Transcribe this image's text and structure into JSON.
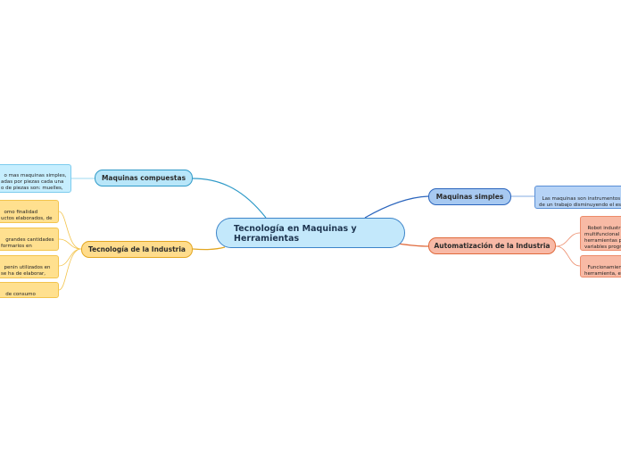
{
  "map": {
    "central": {
      "label": "Tecnología en Maquinas y\nHerramientas"
    },
    "topics": {
      "compuestas": "Maquinas compuestas",
      "industria": "Tecnología de la Industria",
      "simples": "Maquinas simples",
      "automatizacion": "Automatización de la Industria"
    },
    "leaves": {
      "compuestas": "o mas maquinas simples,\nadas por piezas cada una\no de piezas son: muelles,\nerruptores",
      "industria": [
        "omo finalidad\nuctos elaborados, de",
        " grandes cantidades\nformarios en",
        "penin utilizados en\nse ha de elaborar,\nroducción",
        " de consumo"
      ],
      "simples": "Las maquinas son instrumentos q\nde un trabajo disminuyendo el es\neficacia del trabajo que las perso",
      "automatizacion": [
        "Robot industri\nmultifuncional\nherramientas p\nvariables progr\npotencialment",
        "Funcionamient\nherramienta, e\nhumanos en la"
      ]
    }
  },
  "colors": {
    "central_fill": "#c3e8fb",
    "central_border": "#3c84c9",
    "compuestas": "#2f9ac8",
    "industria": "#e3a722",
    "simples": "#2b65bd",
    "automatizacion": "#e06a3c"
  }
}
